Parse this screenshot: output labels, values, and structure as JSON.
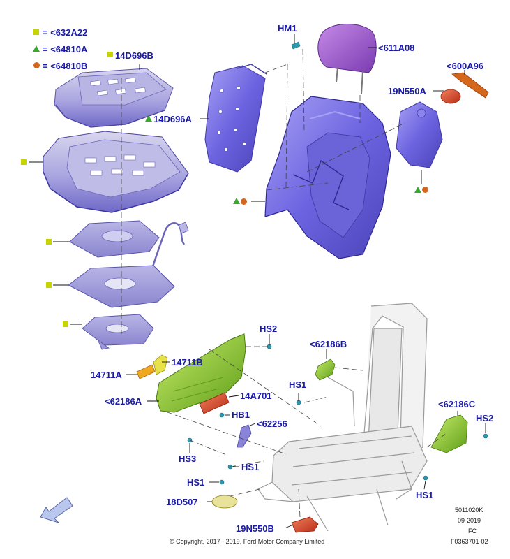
{
  "legend": [
    {
      "symbol": "square",
      "text": "= <632A22"
    },
    {
      "symbol": "triangle",
      "text": "= <64810A"
    },
    {
      "symbol": "circle",
      "text": "= <64810B"
    }
  ],
  "labels": {
    "hm1": "HM1",
    "p611a08": "<611A08",
    "p600a96": "<600A96",
    "p19n550a": "19N550A",
    "p14d696b": "14D696B",
    "p14d696a": "14D696A",
    "hs2_top": "HS2",
    "p62186b": "<62186B",
    "p14711b": "14711B",
    "p14711a": "14711A",
    "hs1_mid": "HS1",
    "p14a701": "14A701",
    "p62186a": "<62186A",
    "hb1": "HB1",
    "p62256": "<62256",
    "p62186c": "<62186C",
    "hs2_right": "HS2",
    "hs3": "HS3",
    "hs1_low": "HS1",
    "hs1_left": "HS1",
    "p18d507": "18D507",
    "hs1_right": "HS1",
    "p19n550b": "19N550B"
  },
  "footer": {
    "copyright": "© Copyright, 2017 - 2019, Ford Motor Company Limited",
    "code1": "5011020K",
    "date": "09-2019",
    "fc": "FC",
    "ref": "F0363701-02"
  },
  "colors": {
    "label": "#1a1aa8",
    "square": "#c8d400",
    "triangle": "#3aa82e",
    "circle": "#d4671c",
    "foam": "#7b72e6",
    "headrest": "#a45ad6",
    "frame": "#e4e4e4",
    "greenpart": "#9ad62c",
    "redpart": "#e0462a"
  }
}
